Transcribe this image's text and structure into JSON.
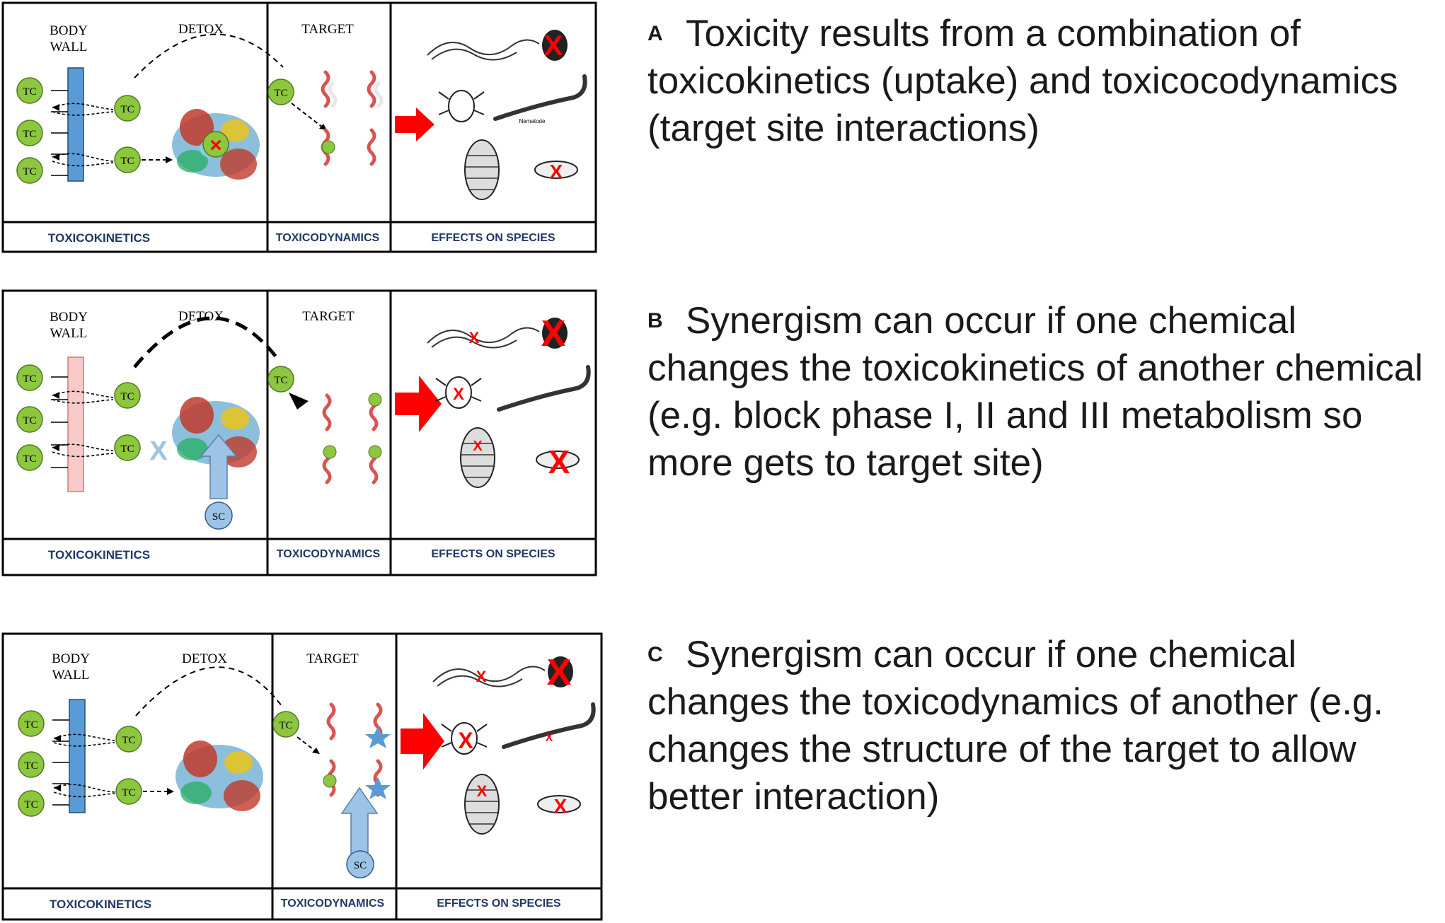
{
  "labels": {
    "body_wall_line1": "BODY",
    "body_wall_line2": "WALL",
    "detox": "DETOX",
    "target": "TARGET",
    "toxicokinetics": "TOXICOKINETICS",
    "toxicodynamics": "TOXICODYNAMICS",
    "effects_on_species": "EFFECTS ON SPECIES",
    "tc": "TC",
    "sc": "SC",
    "nematode": "Nematode"
  },
  "panels": [
    {
      "letter": "A",
      "text": "Toxicity results from a combination of toxicokinetics (uptake) and toxicocodynamics (target site interactions)"
    },
    {
      "letter": "B",
      "text": "Synergism can occur if one chemical changes the toxicokinetics of another chemical (e.g. block phase I, II and III metabolism so more gets to target site)"
    },
    {
      "letter": "C",
      "text": "Synergism can occur if one chemical changes the toxicodynamics of another (e.g. changes the structure of the target to allow better interaction)"
    }
  ],
  "colors": {
    "tc_fill": "#8dc63f",
    "body_wall_a": "#5b9bd5",
    "body_wall_b": "#f7cac9",
    "sc_fill": "#9dc3e6",
    "red_mark": "#ff0000",
    "footer_text": "#1f3864"
  }
}
